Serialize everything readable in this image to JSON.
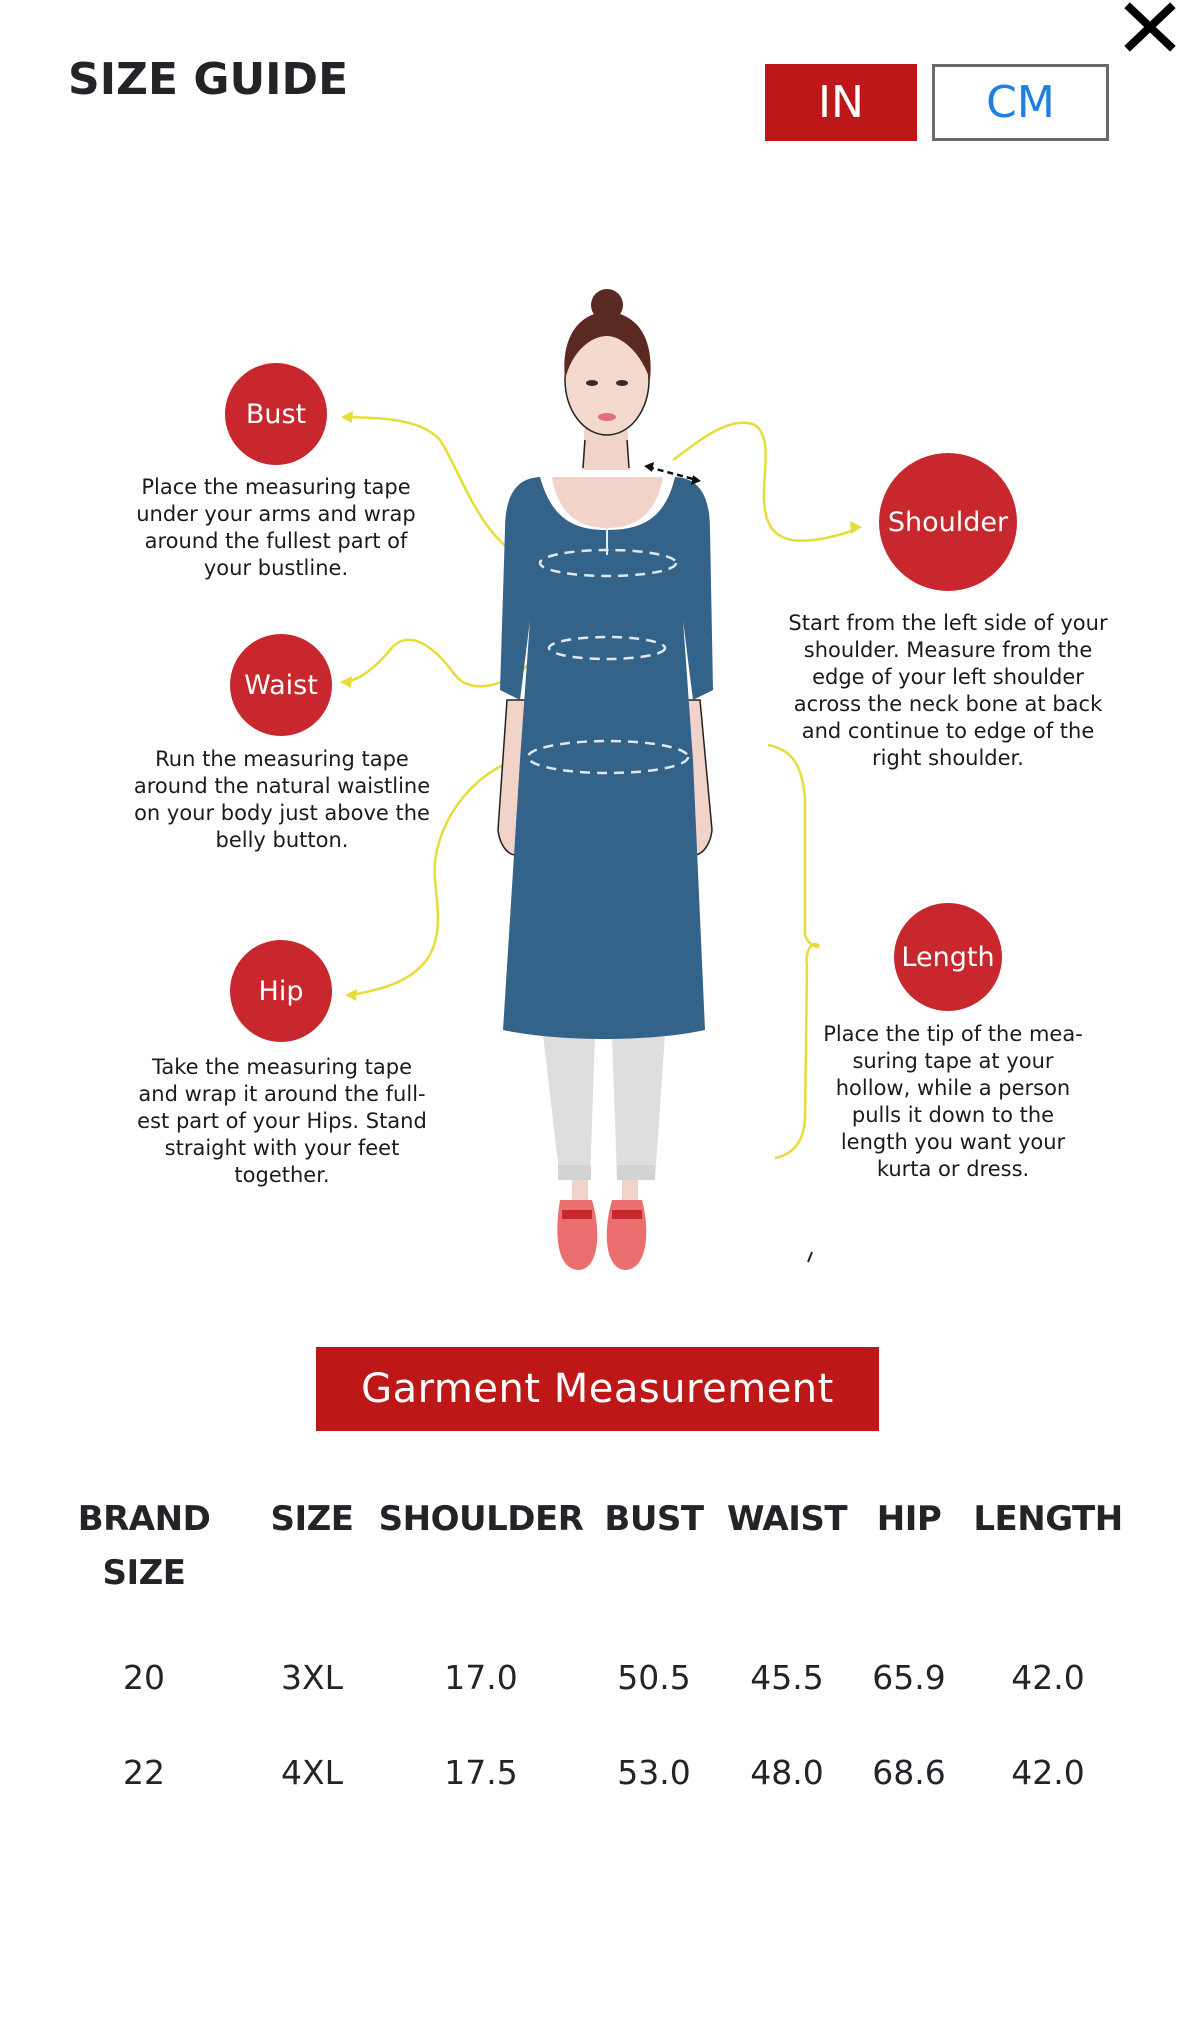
{
  "header": {
    "title": "SIZE GUIDE",
    "close_icon": "close-icon",
    "units": [
      {
        "label": "IN",
        "active": true
      },
      {
        "label": "CM",
        "active": false
      }
    ]
  },
  "colors": {
    "accent_red": "#be1717",
    "bubble_red": "#c8282d",
    "cm_blue": "#1f7fe0",
    "kurta_blue": "#34638a",
    "guide_yellow": "#e6dc3a",
    "text_dark": "#222428"
  },
  "measure_guide": {
    "bust": {
      "label": "Bust",
      "description": [
        "Place the measuring tape",
        "under your arms and wrap",
        "around the fullest part of",
        "your bustline."
      ]
    },
    "waist": {
      "label": "Waist",
      "description": [
        "Run the measuring tape",
        "around the natural waistline",
        "on your body just above the",
        "belly button."
      ]
    },
    "hip": {
      "label": "Hip",
      "description": [
        "Take the measuring tape",
        "and wrap it around the full-",
        "est part of your Hips. Stand",
        "straight with your feet",
        "together."
      ]
    },
    "shoulder": {
      "label": "Shoulder",
      "description": [
        "Start from the left side of your",
        "shoulder. Measure from the",
        "edge of your left shoulder",
        "across the neck bone at back",
        "and continue to edge of the",
        "right shoulder."
      ]
    },
    "length": {
      "label": "Length",
      "description": [
        "Place the tip of the mea-",
        "suring tape at your",
        "hollow, while a person",
        "pulls it down to the",
        "length you want your",
        "kurta or dress."
      ]
    }
  },
  "garment": {
    "banner": "Garment Measurement",
    "columns": [
      {
        "line1": "BRAND",
        "line2": "SIZE"
      },
      {
        "line1": "SIZE",
        "line2": ""
      },
      {
        "line1": "SHOULDER",
        "line2": ""
      },
      {
        "line1": "BUST",
        "line2": ""
      },
      {
        "line1": "WAIST",
        "line2": ""
      },
      {
        "line1": "HIP",
        "line2": ""
      },
      {
        "line1": "LENGTH",
        "line2": ""
      }
    ],
    "rows": [
      [
        "20",
        "3XL",
        "17.0",
        "50.5",
        "45.5",
        "65.9",
        "42.0"
      ],
      [
        "22",
        "4XL",
        "17.5",
        "53.0",
        "48.0",
        "68.6",
        "42.0"
      ]
    ]
  }
}
